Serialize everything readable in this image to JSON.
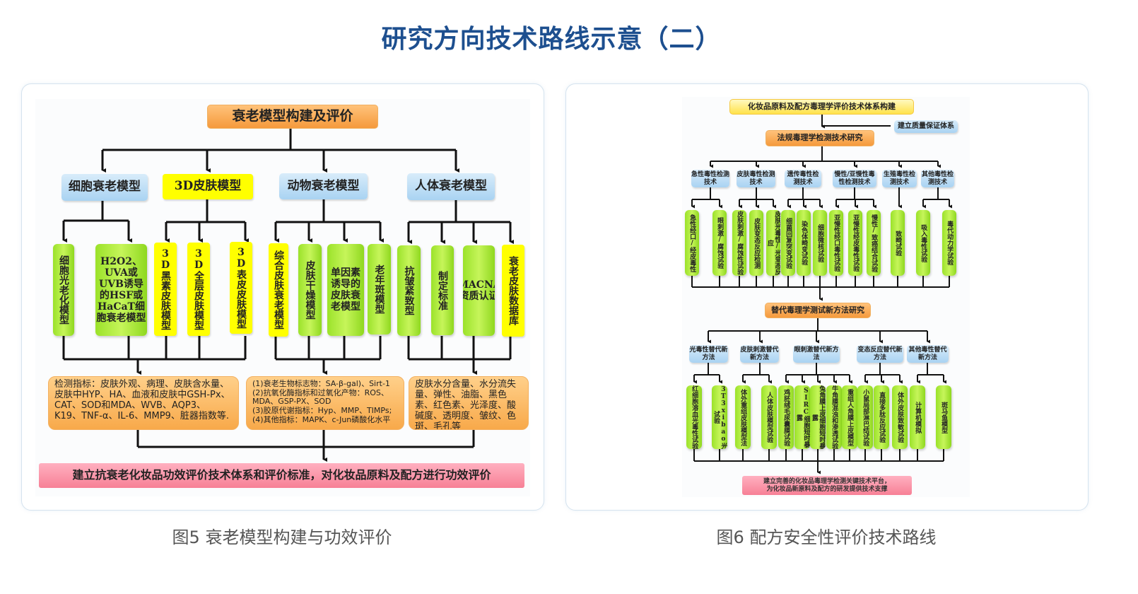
{
  "page_title": "研究方向技术路线示意（二）",
  "figure5": {
    "caption": "图5 衰老模型构建与功效评价",
    "root": "衰老模型构建及评价",
    "categories": [
      "细胞衰老模型",
      "3D皮肤模型",
      "动物衰老模型",
      "人体衰老模型"
    ],
    "models": [
      "细胞光老化模型",
      "H2O2、UVA或UVB诱导的HSF或HaCaT细胞衰老模型",
      "3D黑素皮肤模型",
      "3D全层皮肤模型",
      "3D表皮皮肤模型",
      "综合皮肤衰老模型",
      "皮肤干燥模型",
      "单因素诱导的皮肤衰老模型",
      "老年斑模型",
      "抗皱紧致型",
      "制定标准",
      "CMACNAS资质认证",
      "衰老皮肤数据库"
    ],
    "indicators": [
      "检测指标：皮肤外观、病理、皮肤含水量、皮肤中HYP、HA、血液和皮肤中GSH-Px、CAT、SOD和MDA、WVB、AQP3、K19、TNF-α、IL-6、MMP9、脏器指数等.",
      "(1)衰老生物标志物：SA-β-gal)、Sirt-1\n(2)抗氧化酶指标和过氧化产物：ROS、MDA、GSP-PX、SOD\n(3)胶原代谢指标：Hyp、MMP、TIMPs;\n(4)其他指标：MAPK、c-Jun磷酸化水平",
      "皮肤水分含量、水分流失量、弹性、油脂、黑色素、红色素、光泽度、酸碱度、透明度、皱纹、色斑、毛孔等"
    ],
    "conclusion": "建立抗衰老化妆品功效评价技术体系和评价标准，对化妆品原料及配方进行功效评价"
  },
  "figure6": {
    "caption": "图6 配方安全性评价技术路线",
    "root": "化妆品原料及配方毒理学评价技术体系构建",
    "quality": "建立质量保证体系",
    "regulatory": "法规毒理学检测技术研究",
    "reg_categories": [
      "急性毒性检测技术",
      "皮肤毒性检测技术",
      "遗传毒性检测技术",
      "慢性/亚慢性毒性检测技术",
      "生殖毒性检测技术",
      "其他毒性检测技术"
    ],
    "reg_tests": [
      "急性经口/经皮毒性",
      "眼刺激/腐蚀试验",
      "皮肤刺激/腐蚀性试验",
      "皮肤变态反应检测",
      "皮肤光毒性/光变态反应",
      "细菌回复突变试验",
      "染色体畸变试验",
      "细胞微核试验",
      "亚慢性经口毒性试验",
      "亚慢性经皮毒性试验",
      "慢性/致癌结合试验",
      "致畸试验",
      "吸入毒性试验",
      "毒代动力学试验"
    ],
    "alternative": "替代毒理学测试新方法研究",
    "alt_categories": [
      "光毒性替代新方法",
      "皮肤刺激替代新方法",
      "眼刺激替代新方法",
      "变态反应替代新方法",
      "其他毒性替代新方法"
    ],
    "alt_tests": [
      "红细胞溶血光毒性试验",
      "3T3xibao光试验",
      "体外重组皮肤模型法",
      "人体皮肤模型试验",
      "鸡胚绒毛尿囊膜试验",
      "SIRC细胞短时暴露",
      "兔角膜上皮细胞短时暴露",
      "牛角膜混浊和渗透试验",
      "重组人角膜上皮模型",
      "小鼠局部淋巴结试验",
      "直接多肽反应试验",
      "体外皮肤致敏试验",
      "计算机模拟",
      "斑马鱼模型"
    ],
    "conclusion": "建立完善的化妆品毒理学检测关键技术平台，\n为化妆品新原料及配方的研发提供技术支撑"
  }
}
